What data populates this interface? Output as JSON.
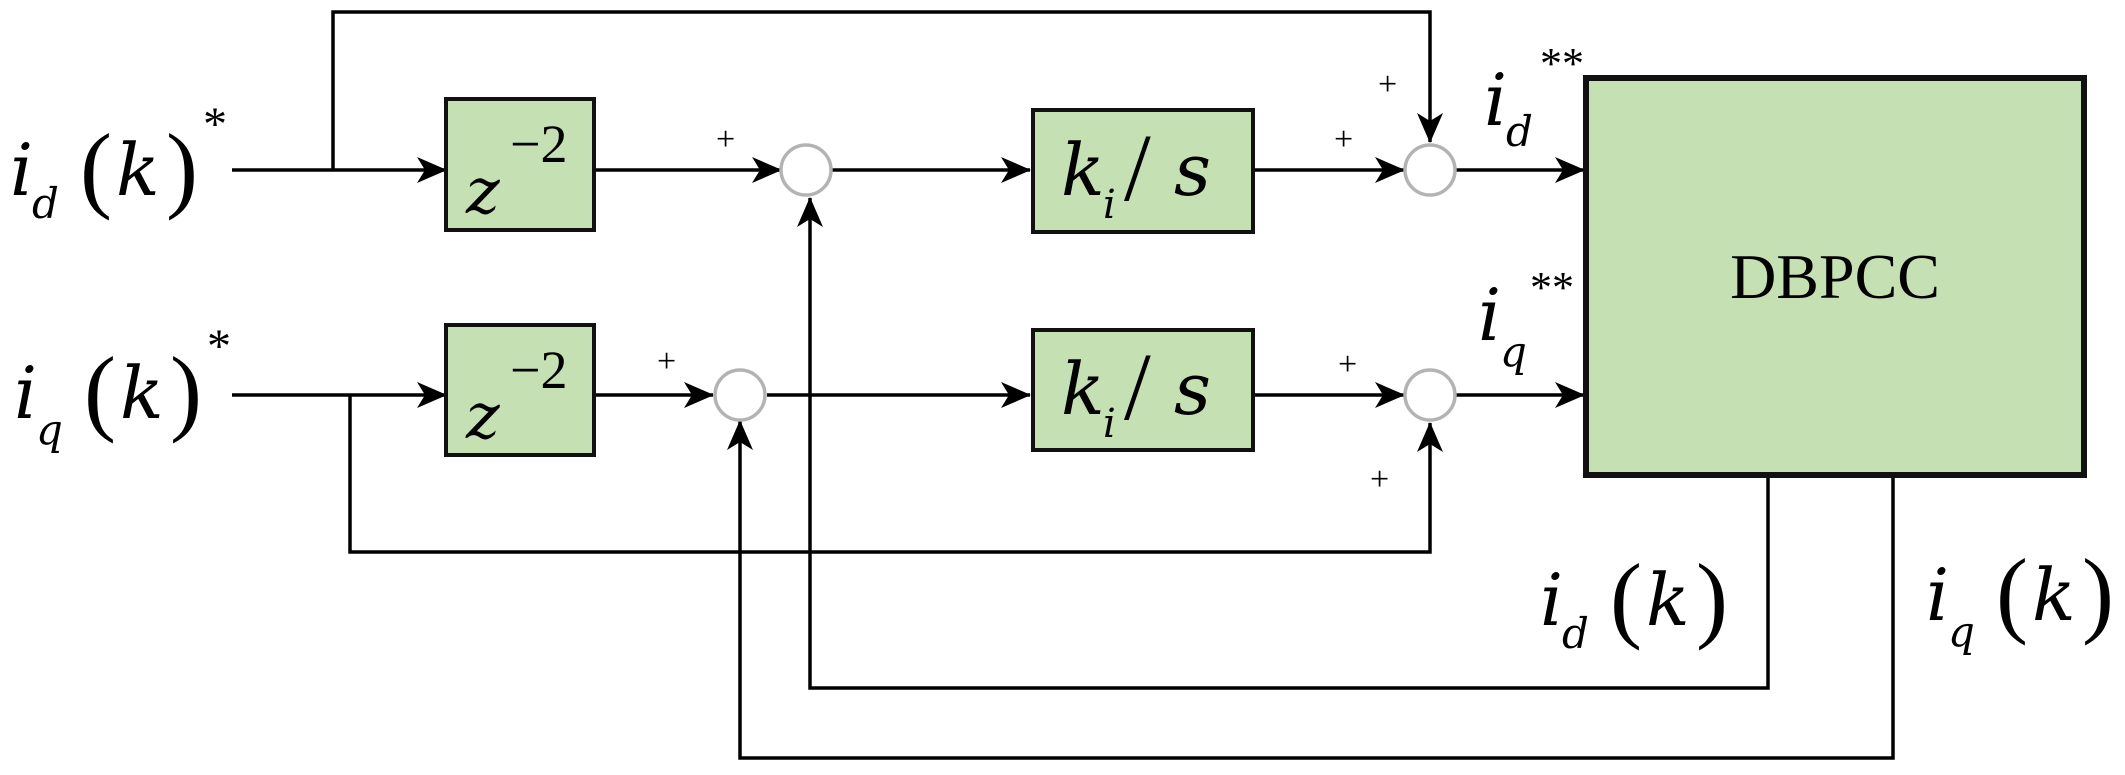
{
  "inputs": {
    "id_ref": {
      "var": "i",
      "sub": "d",
      "arg": "k",
      "sup": "*"
    },
    "iq_ref": {
      "var": "i",
      "sub": "q",
      "arg": "k",
      "sup": "*"
    }
  },
  "blocks": {
    "delay": {
      "base": "z",
      "exp": "−2"
    },
    "integrator": {
      "gain": "k",
      "gain_sub": "i",
      "slash": "/",
      "den": "s"
    },
    "dbpcc": "DBPCC"
  },
  "signals": {
    "id_cmd": {
      "var": "i",
      "sub": "d",
      "sup": "**"
    },
    "iq_cmd": {
      "var": "i",
      "sub": "q",
      "sup": "**"
    },
    "id_fb": {
      "var": "i",
      "sub": "d",
      "arg": "k"
    },
    "iq_fb": {
      "var": "i",
      "sub": "q",
      "arg": "k"
    }
  },
  "sum_sign": "+",
  "colors": {
    "block_fill": "#c5e0b3",
    "sum_stroke": "#b3b3b3",
    "line": "#000000"
  }
}
